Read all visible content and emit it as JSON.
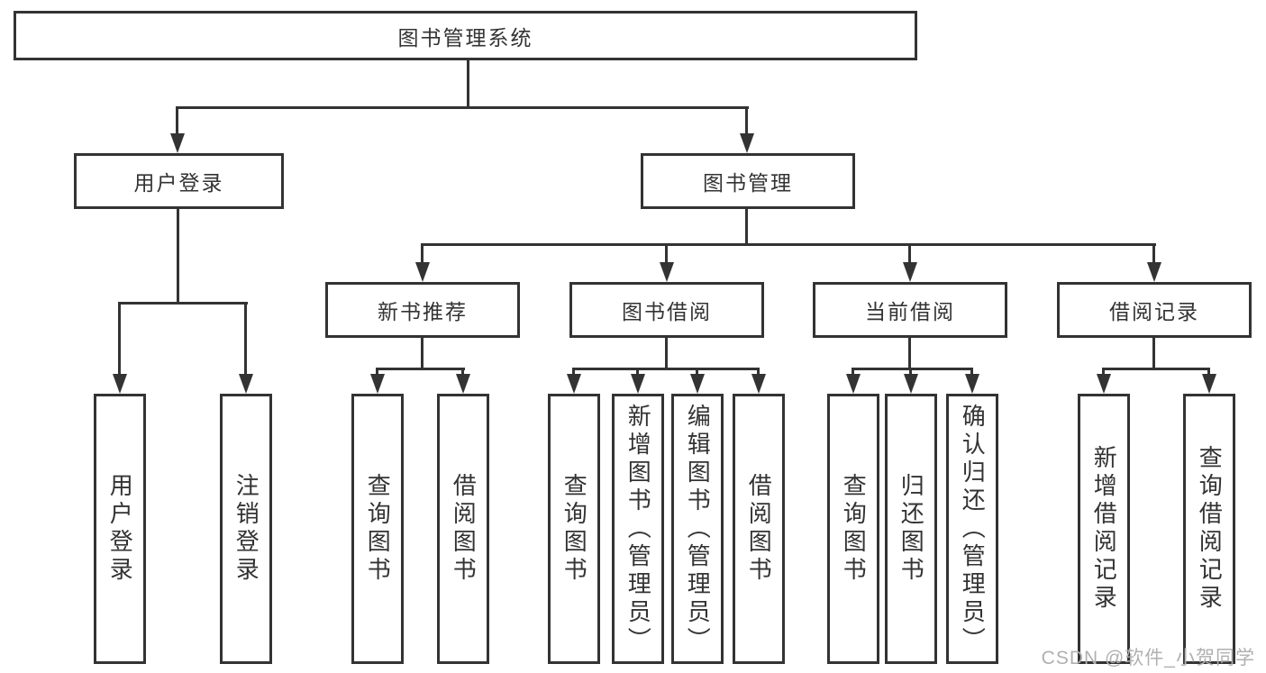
{
  "nodes": {
    "root": "图书管理系统",
    "user_login": "用户登录",
    "book_mgmt": "图书管理",
    "l3": [
      "新书推荐",
      "图书借阅",
      "当前借阅",
      "借阅记录"
    ],
    "g1": [
      "用户登录",
      "注销登录"
    ],
    "g2": [
      "查询图书",
      "借阅图书"
    ],
    "g3": [
      "查询图书",
      "新增图书（管理员）",
      "编辑图书（管理员）",
      "借阅图书"
    ],
    "g4": [
      "查询图书",
      "归还图书",
      "确认归还（管理员）"
    ],
    "g5": [
      "新增借阅记录",
      "查询借阅记录"
    ]
  },
  "watermark": "CSDN @软件_小贺同学",
  "colors": {
    "line": "#333333",
    "text": "#333333",
    "watermark": "#b0b0b0",
    "background": "#ffffff"
  }
}
